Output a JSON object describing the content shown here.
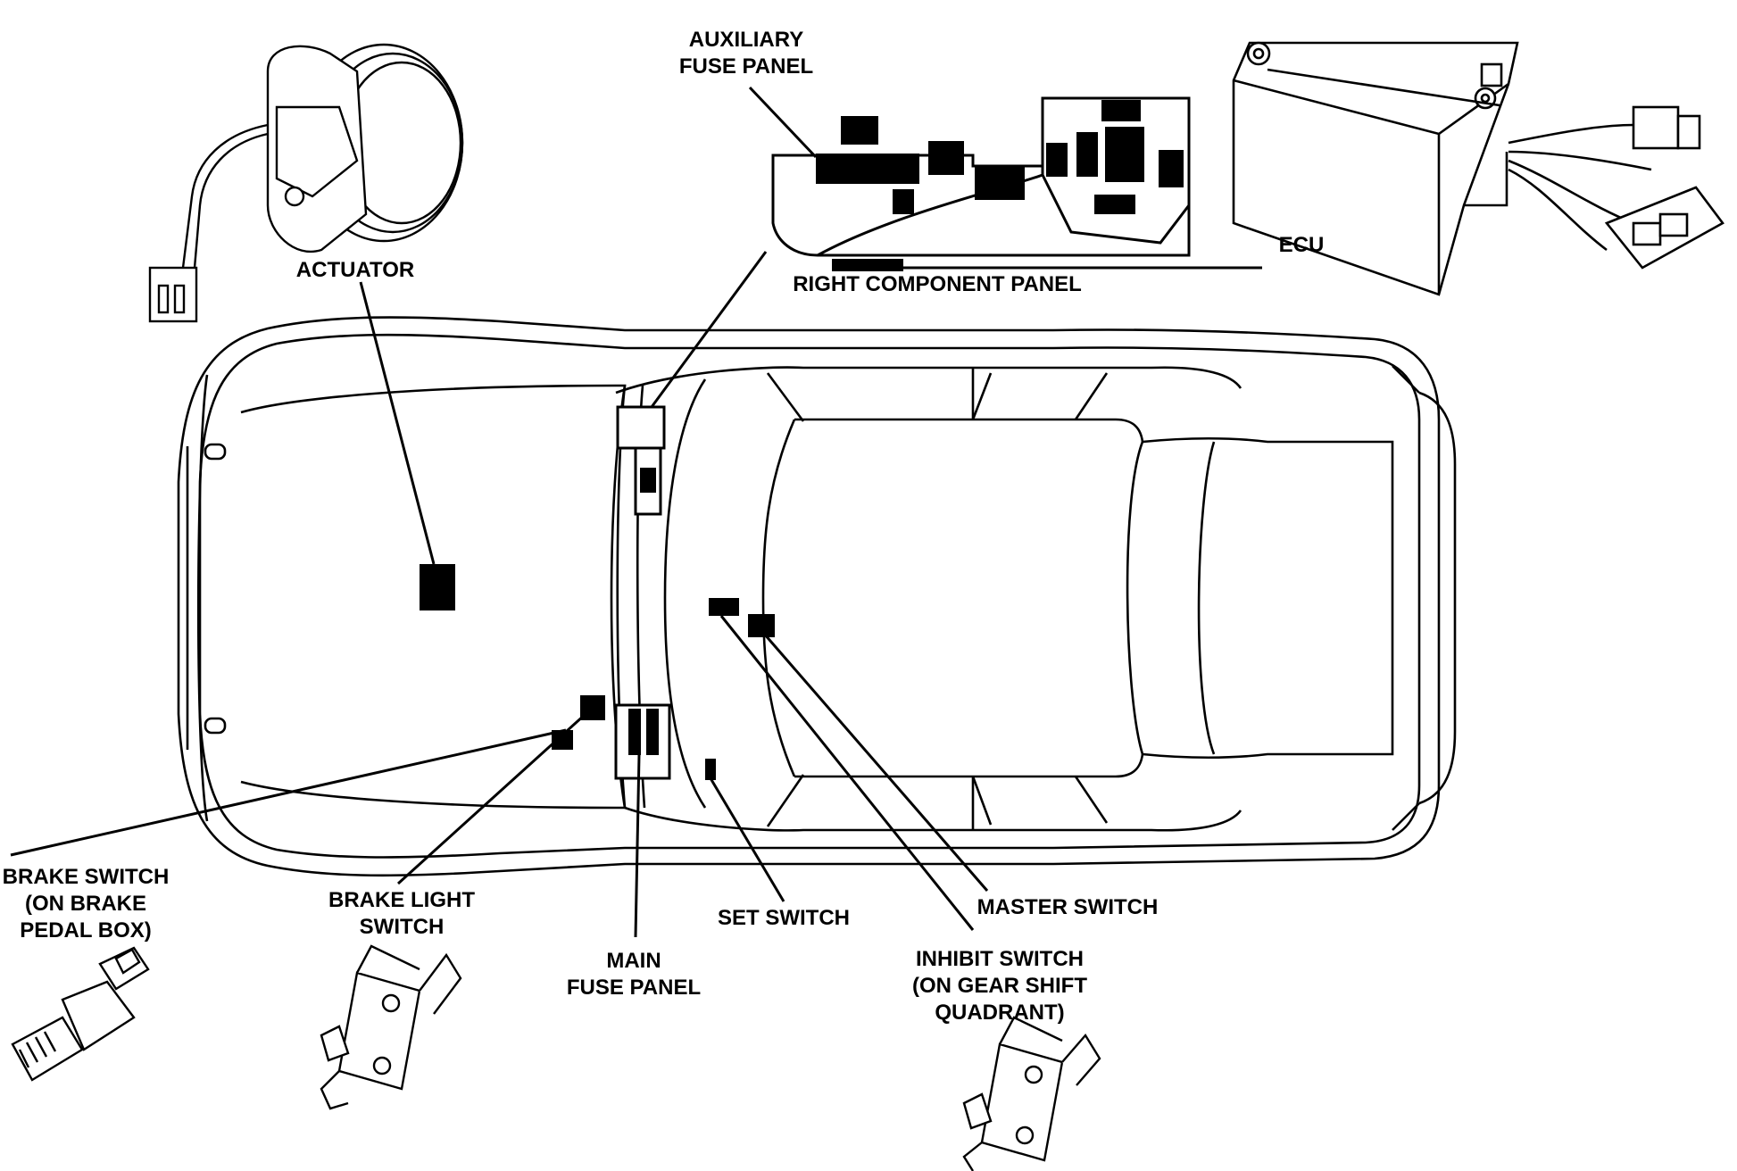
{
  "labels": {
    "actuator": "ACTUATOR",
    "aux_line1": "AUXILIARY",
    "aux_line2": "FUSE PANEL",
    "ecu": "ECU",
    "right_component_panel": "RIGHT COMPONENT PANEL",
    "brake_switch_line1": "BRAKE SWITCH",
    "brake_switch_line2": "(ON BRAKE",
    "brake_switch_line3": "PEDAL BOX)",
    "brake_light_line1": "BRAKE LIGHT",
    "brake_light_line2": "SWITCH",
    "main_fuse_line1": "MAIN",
    "main_fuse_line2": "FUSE PANEL",
    "set_switch": "SET SWITCH",
    "master_switch": "MASTER SWITCH",
    "inhibit_line1": "INHIBIT SWITCH",
    "inhibit_line2": "(ON GEAR SHIFT",
    "inhibit_line3": "QUADRANT)"
  },
  "colors": {
    "ink": "#000000",
    "paper": "#ffffff"
  }
}
